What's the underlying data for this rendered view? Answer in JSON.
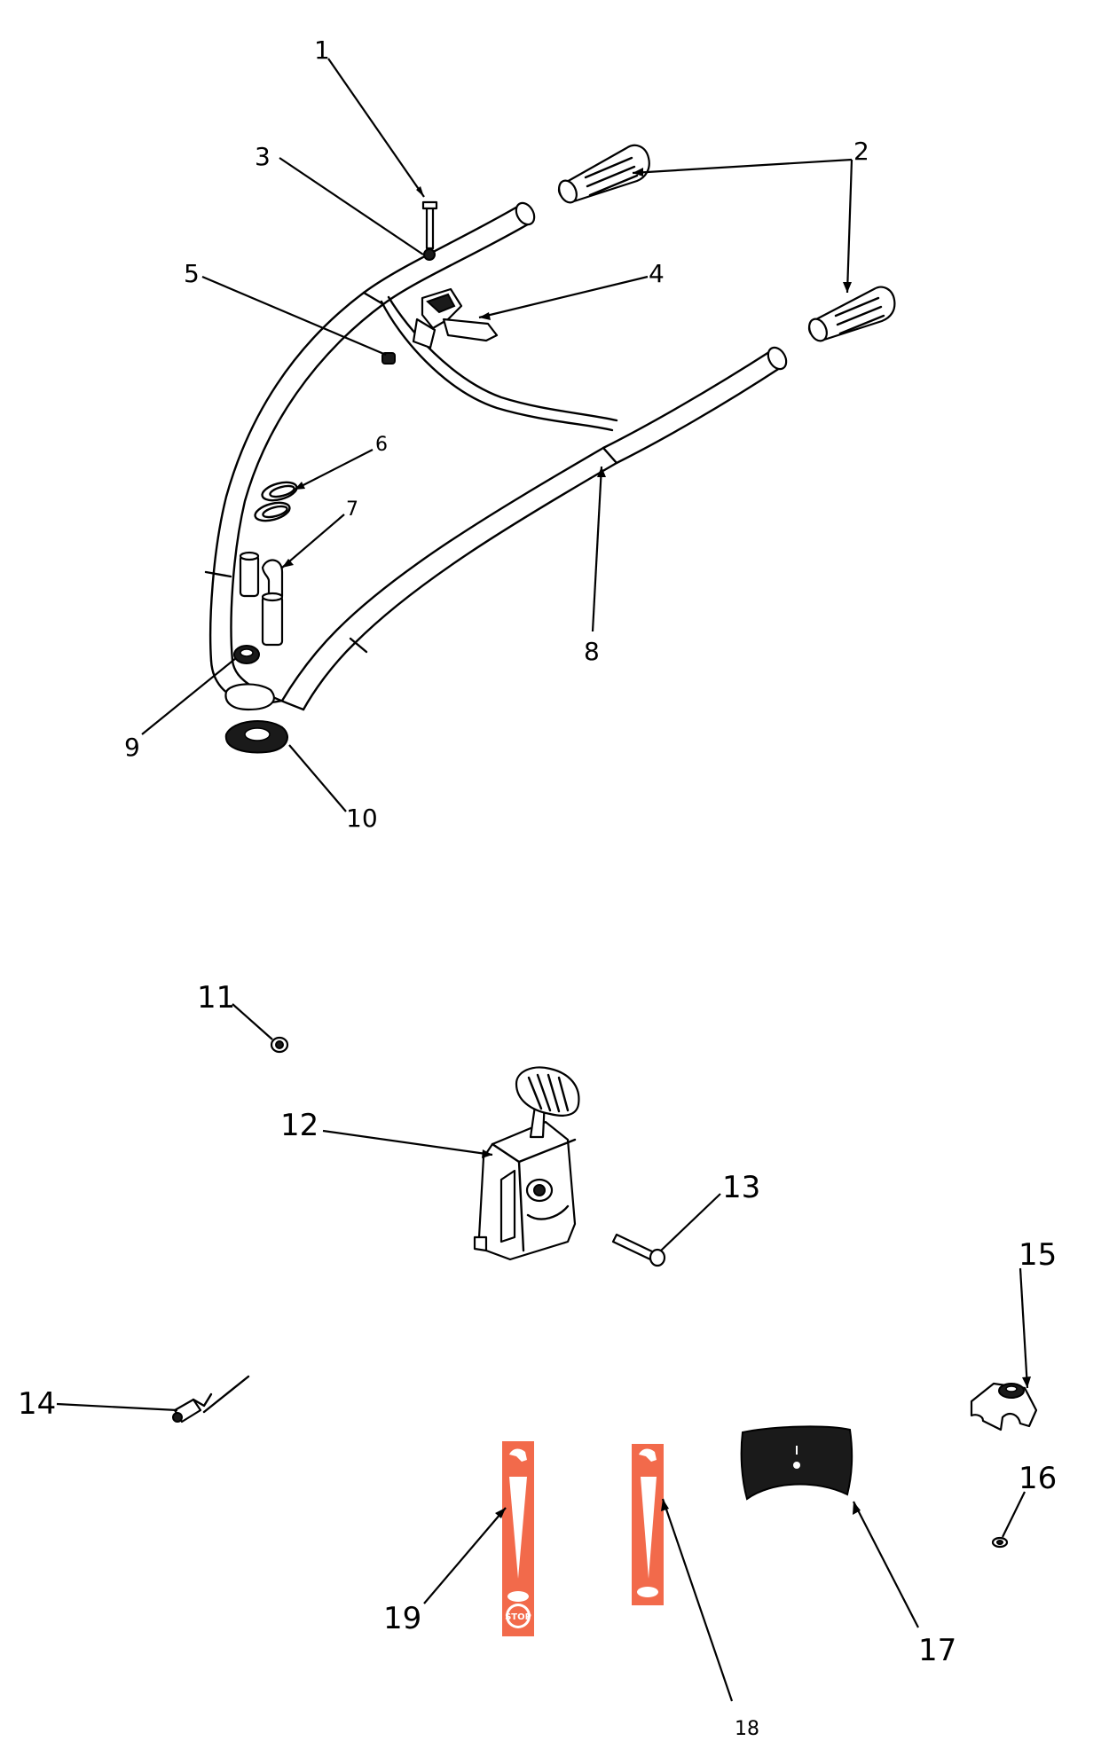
{
  "callouts": [
    {
      "id": "1",
      "text": "1"
    },
    {
      "id": "2",
      "text": "2"
    },
    {
      "id": "3",
      "text": "3"
    },
    {
      "id": "4",
      "text": "4"
    },
    {
      "id": "5",
      "text": "5"
    },
    {
      "id": "6",
      "text": "6"
    },
    {
      "id": "7",
      "text": "7"
    },
    {
      "id": "8",
      "text": "8"
    },
    {
      "id": "9",
      "text": "9"
    },
    {
      "id": "10",
      "text": "10"
    },
    {
      "id": "11",
      "text": "11"
    },
    {
      "id": "12",
      "text": "12"
    },
    {
      "id": "13",
      "text": "13"
    },
    {
      "id": "14",
      "text": "14"
    },
    {
      "id": "15",
      "text": "15"
    },
    {
      "id": "16",
      "text": "16"
    },
    {
      "id": "17",
      "text": "17"
    },
    {
      "id": "18",
      "text": "18"
    },
    {
      "id": "19",
      "text": "19"
    }
  ],
  "decals": {
    "stop_text": "STOP"
  },
  "colors": {
    "decal_orange": "#f26a4b",
    "line": "#000000",
    "background": "#ffffff"
  }
}
